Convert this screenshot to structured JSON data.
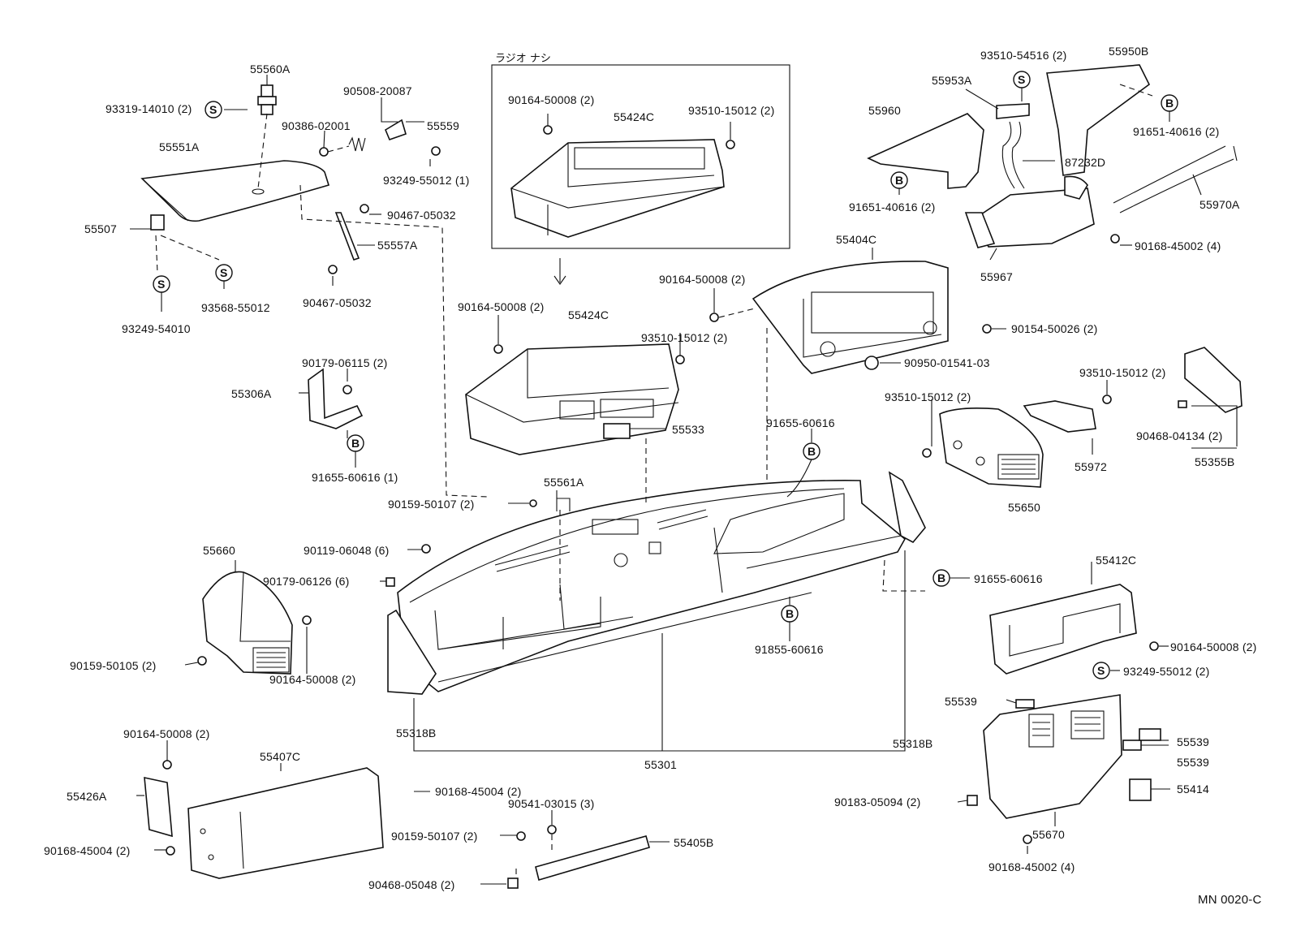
{
  "diagram": {
    "drawing_code": "MN 0020-C",
    "inset_note": "ラジオ ナシ",
    "symbol_s": "S",
    "symbol_b": "B"
  },
  "labels": {
    "p55560A": "55560A",
    "p93319_14010": "93319-14010 (2)",
    "p90508_20087": "90508-20087",
    "p90386_02001": "90386-02001",
    "p55559": "55559",
    "p55551A": "55551A",
    "p93249_55012_1": "93249-55012 (1)",
    "p55507": "55507",
    "p90467_05032_a": "90467-05032",
    "p55557A": "55557A",
    "p90467_05032_b": "90467-05032",
    "p93568_55012": "93568-55012",
    "p93249_54010": "93249-54010",
    "p90164_50008_inset": "90164-50008 (2)",
    "p55424C_inset": "55424C",
    "p93510_15012_inset": "93510-15012 (2)",
    "p90164_50008_mid": "90164-50008 (2)",
    "p55424C_mid": "55424C",
    "p93510_15012_mid": "93510-15012 (2)",
    "p55533": "55533",
    "p90179_06115": "90179-06115 (2)",
    "p55306A": "55306A",
    "p91655_60616_1": "91655-60616 (1)",
    "p93510_54516": "93510-54516 (2)",
    "p55950B": "55950B",
    "p55953A": "55953A",
    "p55960": "55960",
    "p91651_40616_r": "91651-40616 (2)",
    "p87232D": "87232D",
    "p91651_40616_l": "91651-40616 (2)",
    "p55970A": "55970A",
    "p90168_45002_top": "90168-45002 (4)",
    "p55967": "55967",
    "p55404C": "55404C",
    "p90164_50008_404": "90164-50008 (2)",
    "p90154_50026": "90154-50026 (2)",
    "p90950_01541": "90950-01541-03",
    "p93510_15012_r": "93510-15012 (2)",
    "p93510_15012_650": "93510-15012 (2)",
    "p90468_04134": "90468-04134 (2)",
    "p55355B": "55355B",
    "p55972": "55972",
    "p55650": "55650",
    "p91655_60616_top": "91655-60616",
    "p55561A": "55561A",
    "p90159_50107_top": "90159-50107 (2)",
    "p90119_06048": "90119-06048 (6)",
    "p90179_06126": "90179-06126 (6)",
    "p55660": "55660",
    "p90159_50105": "90159-50105 (2)",
    "p90164_50008_660": "90164-50008 (2)",
    "p91655_60616_mid": "91655-60616",
    "p91855_60616": "91855-60616",
    "p55412C": "55412C",
    "p90164_50008_412": "90164-50008 (2)",
    "p93249_55012_2": "93249-55012 (2)",
    "p55318B_l": "55318B",
    "p55318B_r": "55318B",
    "p55301": "55301",
    "p90164_50008_426": "90164-50008 (2)",
    "p55407C": "55407C",
    "p55426A": "55426A",
    "p90168_45004_a": "90168-45004 (2)",
    "p90168_45004_b": "90168-45004 (2)",
    "p90541_03015": "90541-03015 (3)",
    "p90159_50107_bot": "90159-50107 (2)",
    "p55405B": "55405B",
    "p90468_05048": "90468-05048 (2)",
    "p55539_a": "55539",
    "p55539_b": "55539",
    "p55539_c": "55539",
    "p55414": "55414",
    "p90183_05094": "90183-05094 (2)",
    "p55670": "55670",
    "p90168_45002_bot": "90168-45002 (4)"
  }
}
